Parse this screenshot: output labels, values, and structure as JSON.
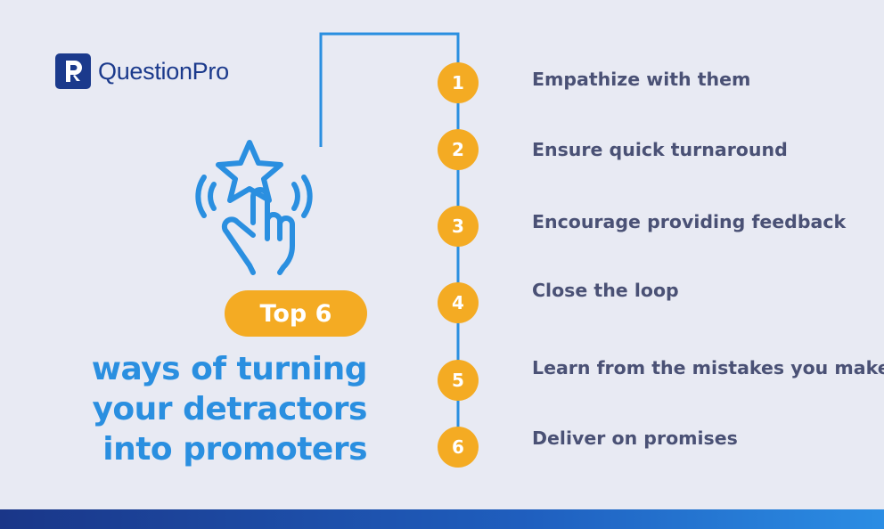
{
  "brand": {
    "name": "QuestionPro",
    "icon": "questionpro-logo-icon"
  },
  "badge": {
    "label": "Top 6"
  },
  "headline": {
    "lines": [
      "ways of turning",
      "your detractors",
      "into promoters"
    ]
  },
  "hero_icon": "star-tap-hand-icon",
  "steps": [
    {
      "number": "1",
      "text": "Empathize with them"
    },
    {
      "number": "2",
      "text": "Ensure quick turnaround"
    },
    {
      "number": "3",
      "text": "Encourage providing feedback"
    },
    {
      "number": "4",
      "text": "Close the loop"
    },
    {
      "number": "5",
      "text": "Learn from the mistakes you make"
    },
    {
      "number": "6",
      "text": "Deliver on promises"
    }
  ],
  "colors": {
    "background": "#e8eaf3",
    "brand_navy": "#1b3a8c",
    "accent_orange": "#f4ab23",
    "accent_blue": "#2a8fe0",
    "text_slate": "#4a5175"
  }
}
